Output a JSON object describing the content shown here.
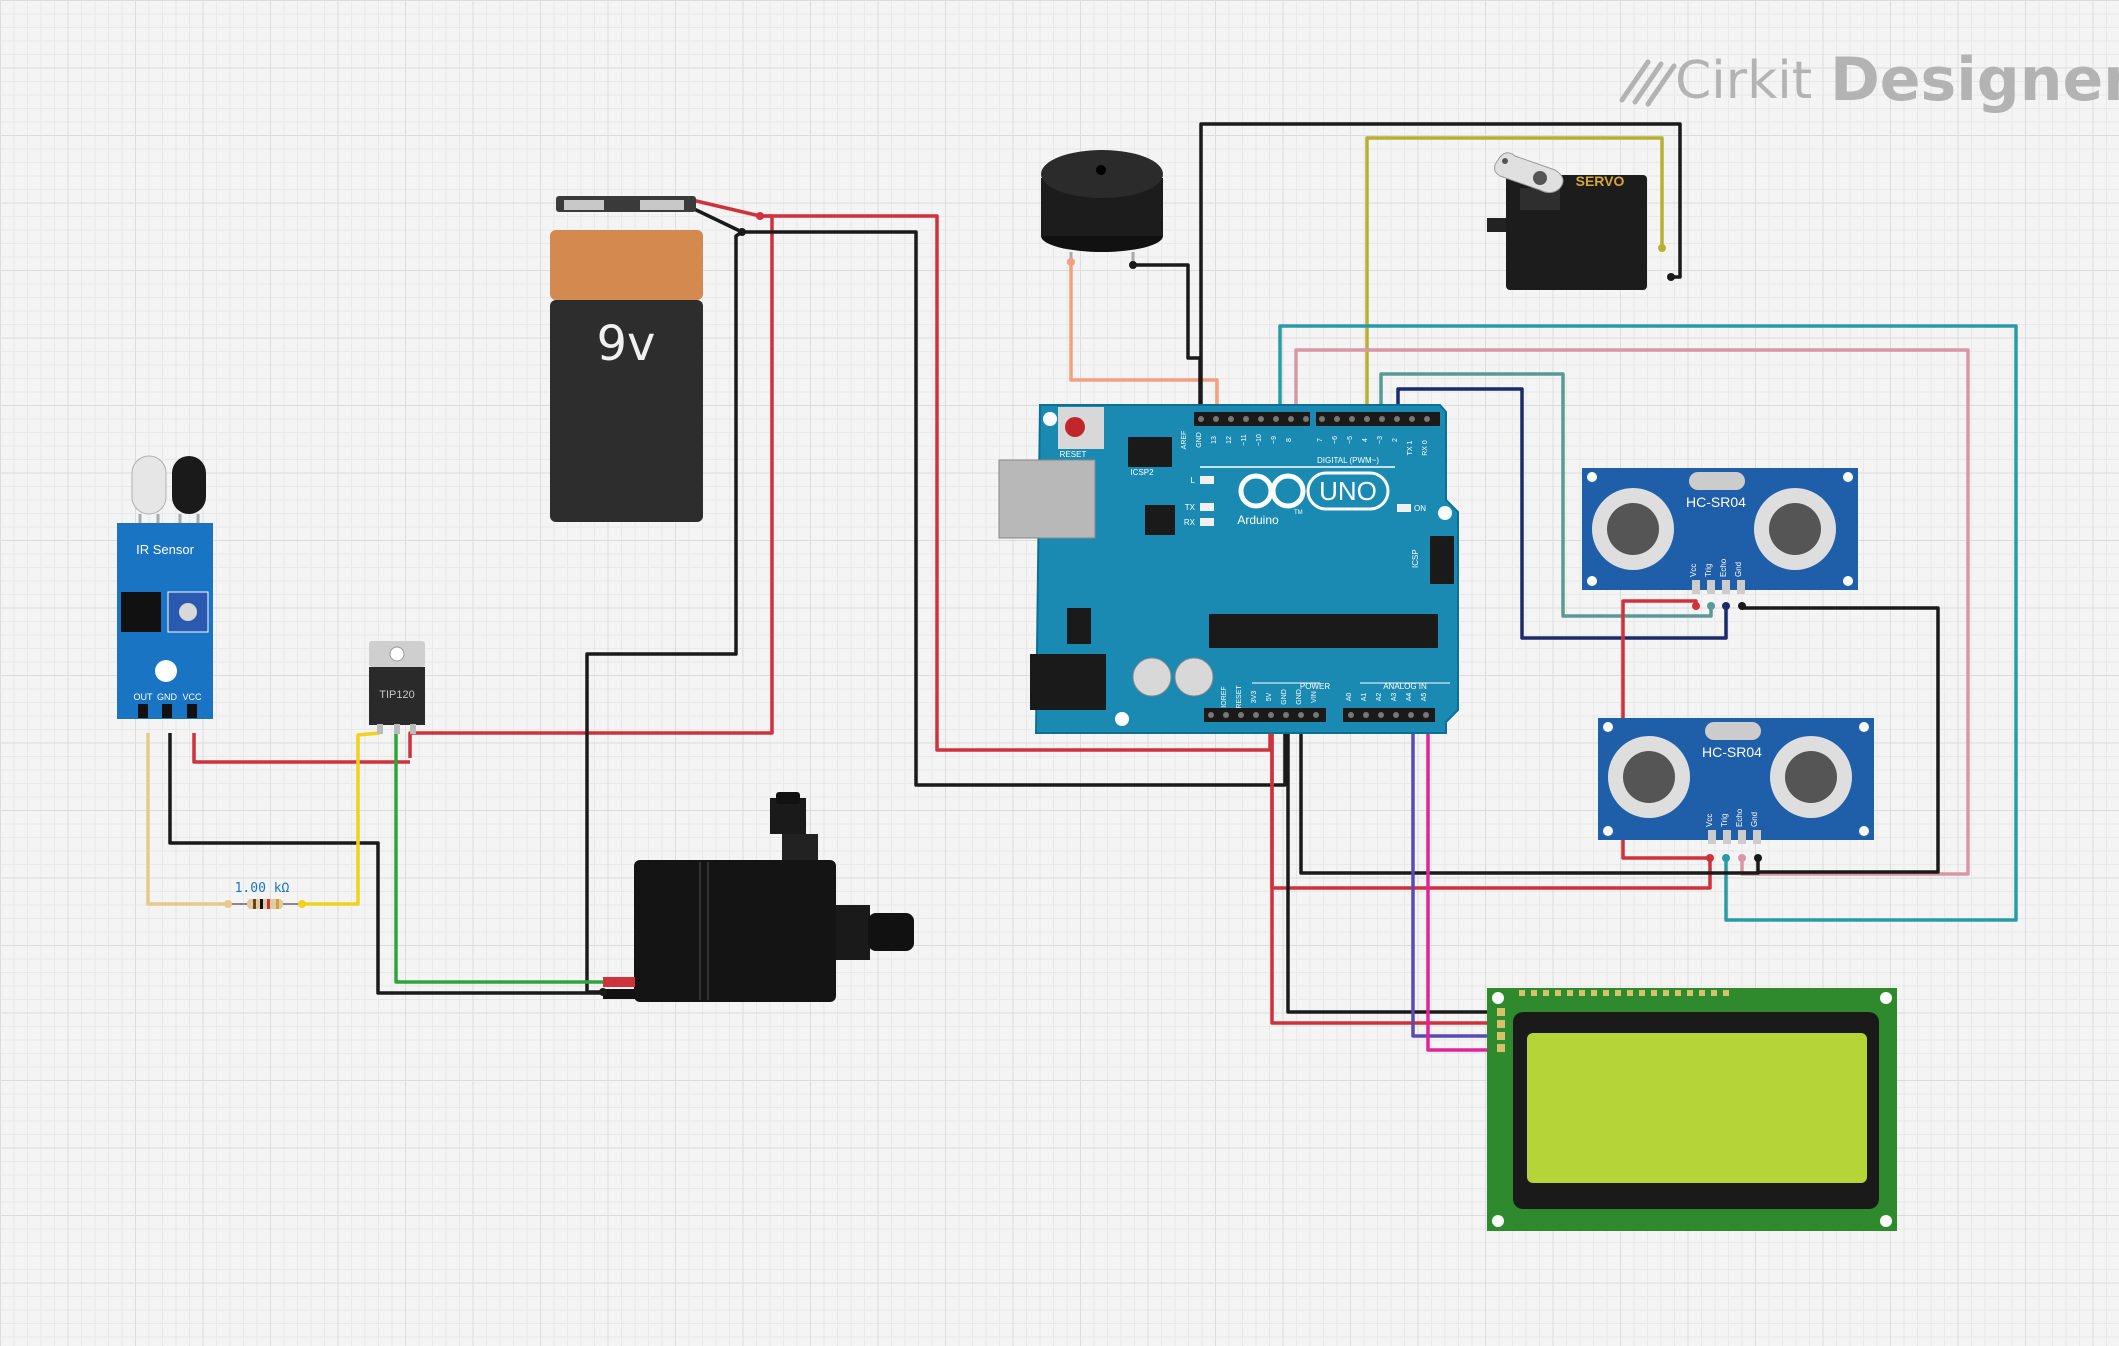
{
  "brand": {
    "name_part1": "Cirkit",
    "name_part2": "Designer"
  },
  "components": {
    "battery": {
      "label": "9v"
    },
    "ir_sensor": {
      "title": "IR Sensor",
      "pin_out": "OUT",
      "pin_gnd": "GND",
      "pin_vcc": "VCC"
    },
    "transistor": {
      "label": "TIP120"
    },
    "resistor": {
      "label": "1.00 kΩ"
    },
    "servo": {
      "label": "SERVO"
    },
    "arduino": {
      "reset": "RESET",
      "icsp2": "ICSP2",
      "icsp": "ICSP",
      "logo": "Arduino",
      "model": "UNO",
      "digital": "DIGITAL (PWM~)",
      "power": "POWER",
      "analog": "ANALOG IN",
      "l": "L",
      "tx": "TX",
      "rx": "RX",
      "on": "ON",
      "tm": "TM",
      "top_pins": [
        "AREF",
        "GND",
        "13",
        "12",
        "~11",
        "~10",
        "~9",
        "8",
        "7",
        "~6",
        "~5",
        "4",
        "~3",
        "2",
        "TX 1",
        "RX 0"
      ],
      "power_pins": [
        "IOREF",
        "RESET",
        "3V3",
        "5V",
        "GND",
        "GND",
        "VIN"
      ],
      "analog_pins": [
        "A0",
        "A1",
        "A2",
        "A3",
        "A4",
        "A5"
      ]
    },
    "ultrasonic_1": {
      "label": "HC-SR04",
      "pins": [
        "Vcc",
        "Trig",
        "Echo",
        "Gnd"
      ]
    },
    "ultrasonic_2": {
      "label": "HC-SR04",
      "pins": [
        "Vcc",
        "Trig",
        "Echo",
        "Gnd"
      ]
    },
    "colors": {
      "board_blue": "#1a8ab3",
      "wire_red": "#d0323c",
      "wire_black": "#1a1a1a",
      "wire_yellow": "#f2d21b",
      "wire_green": "#2ea43a",
      "wire_teal": "#2a9aa6",
      "wire_pink": "#d996a6",
      "wire_magenta": "#e0249a",
      "wire_purple": "#5a4ab6",
      "wire_navy": "#1a2a6a",
      "wire_olive": "#b8b030",
      "wire_salmon": "#f2a080",
      "lcd_green": "#b4d437",
      "pcb_green": "#2f8a2e"
    }
  }
}
